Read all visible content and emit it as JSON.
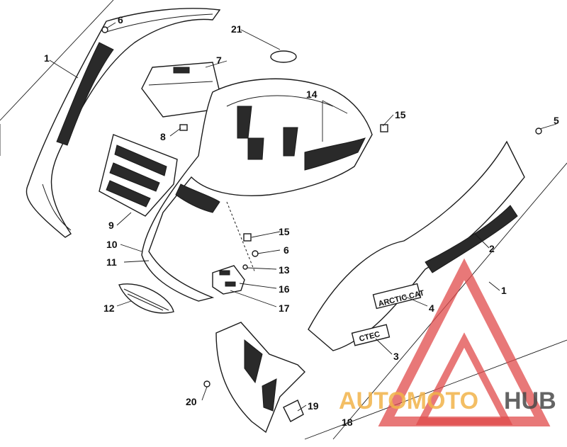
{
  "callouts": [
    {
      "id": "c1a",
      "label": "1"
    },
    {
      "id": "c1b",
      "label": "1"
    },
    {
      "id": "c2",
      "label": "2"
    },
    {
      "id": "c3",
      "label": "3"
    },
    {
      "id": "c4",
      "label": "4"
    },
    {
      "id": "c5",
      "label": "5"
    },
    {
      "id": "c6a",
      "label": "6"
    },
    {
      "id": "c6b",
      "label": "6"
    },
    {
      "id": "c7",
      "label": "7"
    },
    {
      "id": "c8",
      "label": "8"
    },
    {
      "id": "c9",
      "label": "9"
    },
    {
      "id": "c10",
      "label": "10"
    },
    {
      "id": "c11",
      "label": "11"
    },
    {
      "id": "c12",
      "label": "12"
    },
    {
      "id": "c13",
      "label": "13"
    },
    {
      "id": "c14",
      "label": "14"
    },
    {
      "id": "c15a",
      "label": "15"
    },
    {
      "id": "c15b",
      "label": "15"
    },
    {
      "id": "c16",
      "label": "16"
    },
    {
      "id": "c17",
      "label": "17"
    },
    {
      "id": "c18",
      "label": "18"
    },
    {
      "id": "c19",
      "label": "19"
    },
    {
      "id": "c20",
      "label": "20"
    },
    {
      "id": "c21",
      "label": "21"
    }
  ],
  "decals": {
    "brand": "ARCTIC CAT",
    "model": "CTEC"
  },
  "watermark": {
    "text_part1": "AUTOMOTO",
    "text_part2": "HUB",
    "color_accent": "#f2b34a",
    "color_dark": "#4a4a4a",
    "triangle_color": "#e04b4b"
  }
}
